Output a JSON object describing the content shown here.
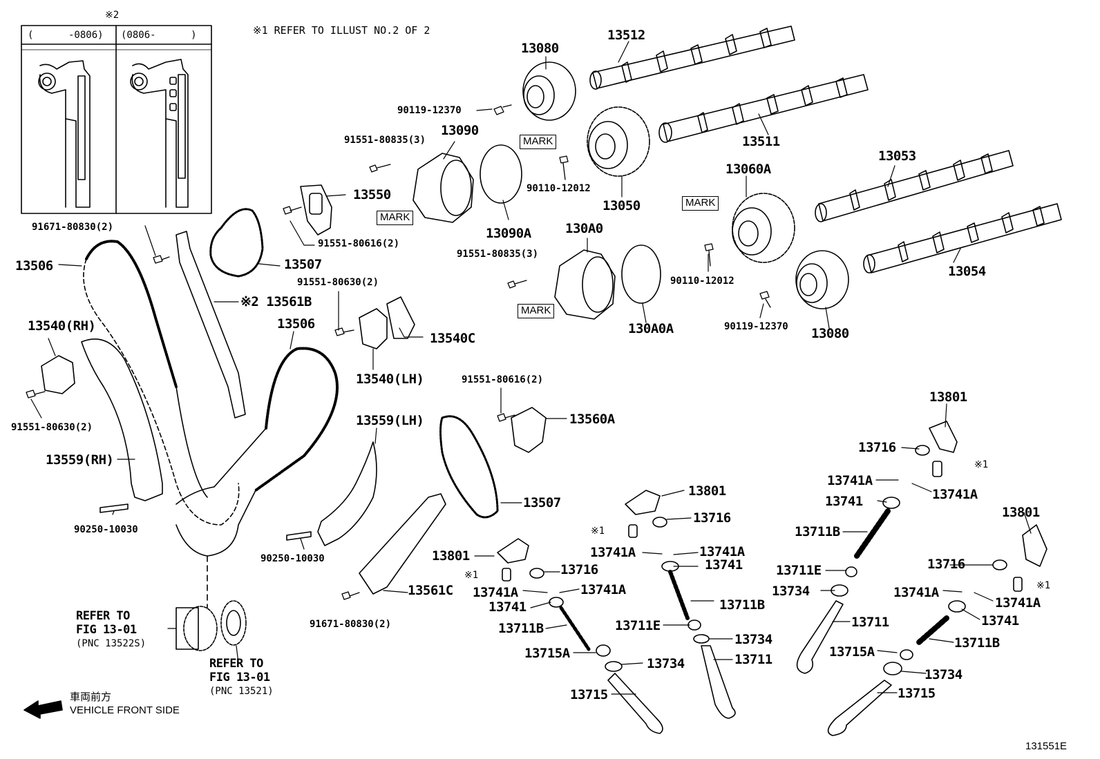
{
  "inset": {
    "marker": "※2",
    "col_left": "(      -0806)",
    "col_right": "(0806-      )"
  },
  "note_top": "※1 REFER TO ILLUST NO.2 OF 2",
  "marks": [
    "MARK",
    "MARK",
    "MARK",
    "MARK"
  ],
  "labels": {
    "l13512": "13512",
    "l13080_top": "13080",
    "l90119_top": "90119-12370",
    "l91551_80835_top": "91551-80835(3)",
    "l13090": "13090",
    "l13511": "13511",
    "l13053": "13053",
    "l13060A": "13060A",
    "l90110_top": "90110-12012",
    "l13050": "13050",
    "l13550": "13550",
    "l13090A": "13090A",
    "l91671_top": "91671-80830(2)",
    "l91551_80616_top": "91551-80616(2)",
    "l13506_left": "13506",
    "l13507_top": "13507",
    "l91551_80835_mid": "91551-80835(3)",
    "l130A0": "130A0",
    "l90110_right": "90110-12012",
    "l13054": "13054",
    "l91551_80630_mid": "91551-80630(2)",
    "l13561B": "※2 13561B",
    "l13506_mid": "13506",
    "l13540RH": "13540(RH)",
    "l13540C": "13540C",
    "l130A0A": "130A0A",
    "l90119_right": "90119-12370",
    "l13080_right": "13080",
    "l13540LH": "13540(LH)",
    "l91551_80616_mid": "91551-80616(2)",
    "l91551_80630_left": "91551-80630(2)",
    "l13560A": "13560A",
    "l13801_r1": "13801",
    "l13559LH": "13559(LH)",
    "l13716_r1": "13716",
    "l13559RH": "13559(RH)",
    "l13741A_r1a": "13741A",
    "l13741A_r1b": "13741A",
    "l13801_mid": "13801",
    "l13741_r1": "13741",
    "l13507_mid": "13507",
    "l13716_mid": "13716",
    "l90250_left": "90250-10030",
    "l13801_r2": "13801",
    "l13711B_r1": "13711B",
    "l90250_mid": "90250-10030",
    "l13801_left": "13801",
    "l13741A_mid_a": "13741A",
    "l13741A_mid_b": "13741A",
    "l13741_mid": "13741",
    "l13711E_r1": "13711E",
    "l13716_left": "13716",
    "l13716_r2": "13716",
    "l13561C": "13561C",
    "l13734_r1": "13734",
    "l13741A_left_a": "13741A",
    "l13741A_left_b": "13741A",
    "l13741A_r2a": "13741A",
    "l13741A_r2b": "13741A",
    "l13741_left": "13741",
    "l13711B_mid": "13711B",
    "l13741_r2": "13741",
    "l13711_r1": "13711",
    "l13711B_left": "13711B",
    "l13711E_mid": "13711E",
    "l13734_mid": "13734",
    "l91671_bottom": "91671-80830(2)",
    "l13711B_r2": "13711B",
    "l13715A_left": "13715A",
    "l13711_mid": "13711",
    "l13715A_r2": "13715A",
    "l13734_left": "13734",
    "l13734_r2": "13734",
    "l13715_left": "13715",
    "l13715_r2": "13715",
    "x1_a": "※1",
    "x1_b": "※1",
    "x1_c": "※1",
    "x1_d": "※1"
  },
  "refer_a": {
    "l1": "REFER TO",
    "l2": "FIG 13-01",
    "l3": "(PNC 13522S)"
  },
  "refer_b": {
    "l1": "REFER TO",
    "l2": "FIG 13-01",
    "l3": "(PNC 13521)"
  },
  "front": {
    "jp": "車両前方",
    "en": "VEHICLE FRONT SIDE"
  },
  "figure_id": "131551E"
}
